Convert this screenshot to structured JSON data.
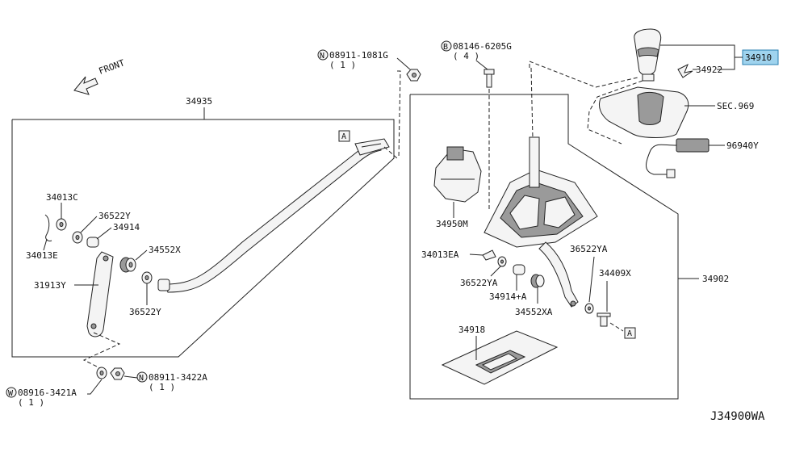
{
  "diagram_id": "J34900WA",
  "front_label": "FRONT",
  "callout_letter": "A",
  "parts": {
    "p34935": "34935",
    "p34910": "34910",
    "p34922": "34922",
    "sec969": "SEC.969",
    "p96940Y": "96940Y",
    "p34902": "34902",
    "p34950M": "34950M",
    "p34013EA": "34013EA",
    "p36522YA_a": "36522YA",
    "p36522YA_b": "36522YA",
    "p34914A": "34914+A",
    "p34552XA": "34552XA",
    "p34409X": "34409X",
    "p34918": "34918",
    "p34013C": "34013C",
    "p36522Y_a": "36522Y",
    "p34914": "34914",
    "p34013E": "34013E",
    "p34552X": "34552X",
    "p31913Y": "31913Y",
    "p36522Y_b": "36522Y"
  },
  "fasteners": {
    "nut_top": {
      "prefix": "N",
      "code": "08911-1081G",
      "qty": "( 1 )"
    },
    "bolt_top": {
      "prefix": "B",
      "code": "08146-6205G",
      "qty": "( 4 )"
    },
    "washer_bottom": {
      "prefix": "W",
      "code": "08916-3421A",
      "qty": "( 1 )"
    },
    "nut_bottom": {
      "prefix": "N",
      "code": "08911-3422A",
      "qty": "( 1 )"
    }
  },
  "highlight_color": "#9fd3ee"
}
